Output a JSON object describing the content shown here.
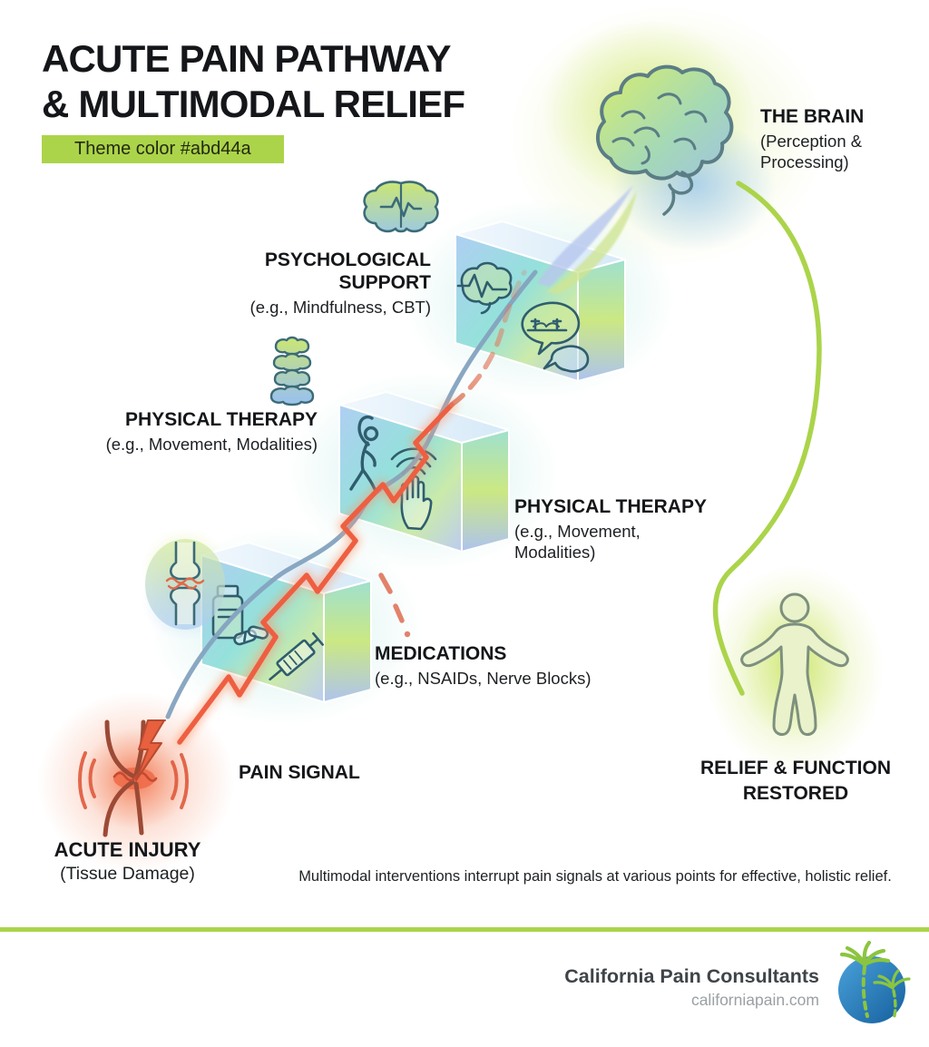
{
  "header": {
    "title_line1": "ACUTE PAIN PATHWAY",
    "title_line2": "& MULTIMODAL RELIEF",
    "theme_badge": "Theme color #abd44a"
  },
  "nodes": {
    "brain": {
      "title": "THE BRAIN",
      "subtitle_line1": "(Perception &",
      "subtitle_line2": "Processing)"
    },
    "psychological_support": {
      "title": "PSYCHOLOGICAL SUPPORT",
      "subtitle": "(e.g., Mindfulness, CBT)"
    },
    "physical_therapy_left": {
      "title": "PHYSICAL THERAPY",
      "subtitle": "(e.g., Movement, Modalities)"
    },
    "physical_therapy_right": {
      "title": "PHYSICAL THERAPY",
      "subtitle_line1": "(e.g., Movement,",
      "subtitle_line2": "Modalities)"
    },
    "medications": {
      "title": "MEDICATIONS",
      "subtitle": "(e.g., NSAIDs, Nerve Blocks)"
    },
    "pain_signal": {
      "label": "PAIN SIGNAL"
    },
    "acute_injury": {
      "title": "ACUTE INJURY",
      "subtitle": "(Tissue Damage)"
    },
    "relief": {
      "title_line1": "RELIEF & FUNCTION",
      "title_line2": "RESTORED"
    }
  },
  "caption": "Multimodal interventions interrupt pain signals at various points for effective, holistic relief.",
  "footer": {
    "brand": "California Pain Consultants",
    "website": "californiapain.com"
  },
  "colors": {
    "theme_green": "#abd44a",
    "pain_red": "#ee5f42",
    "nerve_blue": "#84a2bf",
    "icon_teal": "#2f5d6e",
    "ink": "#141619",
    "footer_brand": "#3f4448",
    "footer_site": "#9aa0a4"
  },
  "icons": {
    "brain-icon": "side-view brain, green-to-blue gradient",
    "mini-brain-icon": "top-view brain with pulse wave",
    "spine-icon": "stacked vertebrae, green-to-blue",
    "joint-icon": "inflamed joint with pain squiggles",
    "knee-injury-icon": "red knee joint with lightning bolt",
    "person-icon": "standing figure, arms open, green glow",
    "brain-pulse-icon": "brain with EEG pulse line",
    "chat-bubbles-icon": "speech bubbles with bridge",
    "stretch-person-icon": "figure doing side stretch",
    "hand-therapy-icon": "hand with radiating waves",
    "pill-bottle-icon": "medicine bottle with pills",
    "syringe-icon": "injection syringe",
    "globe-palms-logo": "blue globe with green palm trees"
  }
}
